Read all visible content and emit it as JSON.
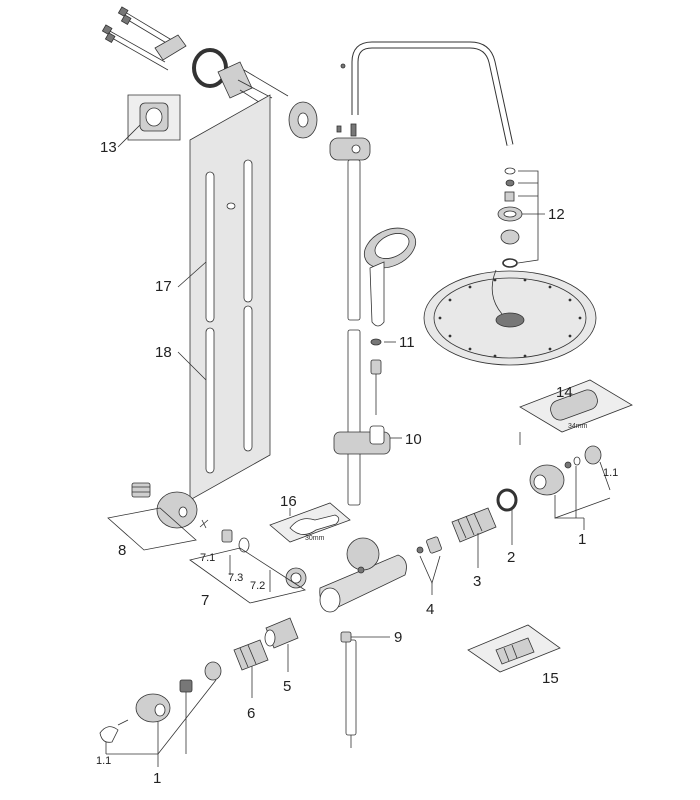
{
  "callouts": {
    "c1_top": "1",
    "c1_1_top": "1.1",
    "c1_bottom": "1",
    "c1_1_bottom": "1.1",
    "c2": "2",
    "c3": "3",
    "c4": "4",
    "c5": "5",
    "c6": "6",
    "c7": "7",
    "c7_1": "7.1",
    "c7_2": "7.2",
    "c7_3": "7.3",
    "c8": "8",
    "c9": "9",
    "c10": "10",
    "c11": "11",
    "c12": "12",
    "c13": "13",
    "c14": "14",
    "c15": "15",
    "c16": "16",
    "c17": "17",
    "c18": "18"
  },
  "tool_labels": {
    "wrench_size": "30mm",
    "cartridge_size": "34mm"
  },
  "colors": {
    "line": "#333333",
    "part_fill": "#cfcfcf",
    "panel_fill": "#e6e6e6"
  }
}
